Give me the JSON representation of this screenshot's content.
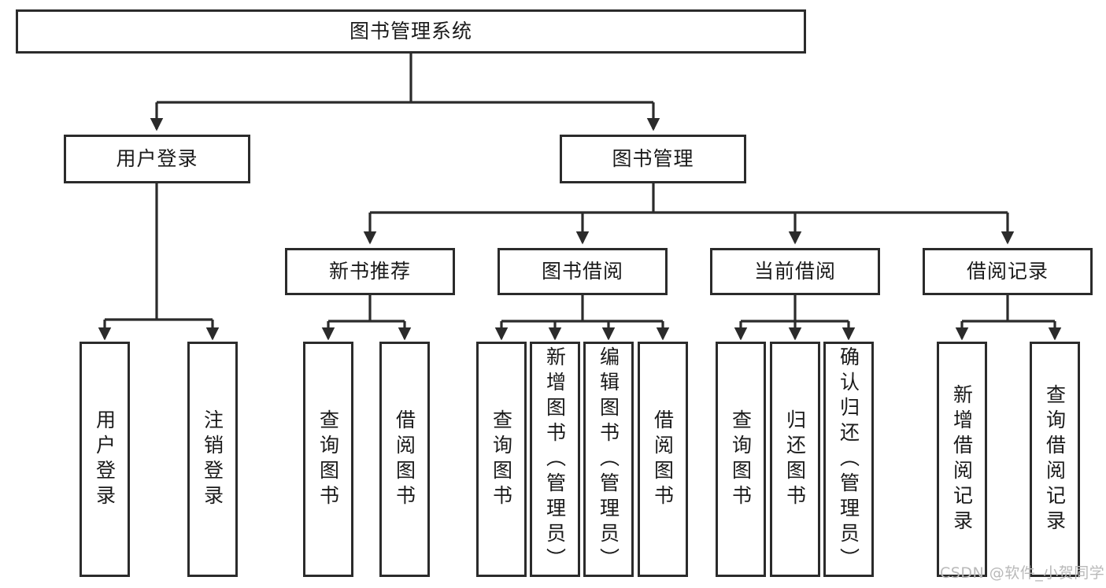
{
  "diagram": {
    "title": "图书管理系统",
    "type": "tree-hierarchy",
    "levels": 4,
    "colors": {
      "box_border": "#2b2b2b",
      "box_fill": "#ffffff",
      "connector": "#2b2b2b",
      "text": "#1a1a1a",
      "watermark": "#b9b9b9",
      "background": "#ffffff"
    },
    "nodes": {
      "root": {
        "label": "图书管理系统"
      },
      "level2": [
        {
          "label": "用户登录"
        },
        {
          "label": "图书管理"
        }
      ],
      "level3": [
        {
          "label": "新书推荐"
        },
        {
          "label": "图书借阅"
        },
        {
          "label": "当前借阅"
        },
        {
          "label": "借阅记录"
        }
      ],
      "leaves_user_login": [
        {
          "label": "用户登录"
        },
        {
          "label": "注销登录"
        }
      ],
      "leaves_new_book": [
        {
          "label": "查询图书"
        },
        {
          "label": "借阅图书"
        }
      ],
      "leaves_borrow": [
        {
          "label": "查询图书"
        },
        {
          "label": "新增图书（管理员）"
        },
        {
          "label": "编辑图书（管理员）"
        },
        {
          "label": "借阅图书"
        }
      ],
      "leaves_current": [
        {
          "label": "查询图书"
        },
        {
          "label": "归还图书"
        },
        {
          "label": "确认归还（管理员）"
        }
      ],
      "leaves_records": [
        {
          "label": "新增借阅记录"
        },
        {
          "label": "查询借阅记录"
        }
      ]
    },
    "watermark": "CSDN @软件_小贺同学"
  }
}
